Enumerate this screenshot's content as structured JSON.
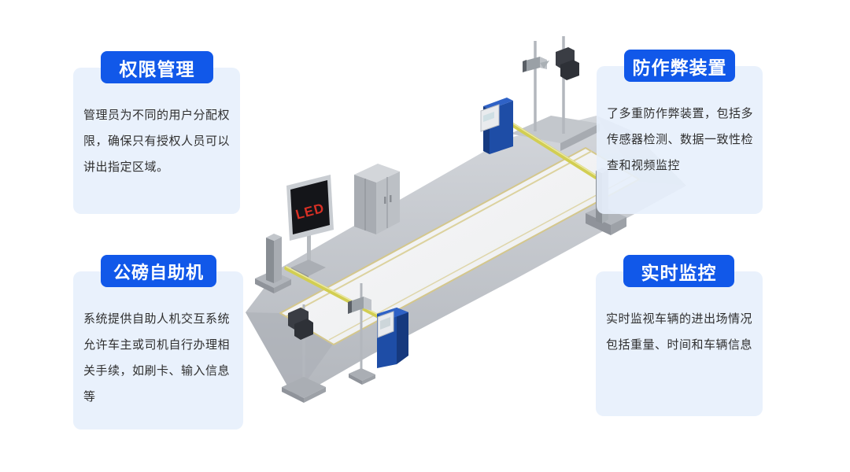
{
  "colors": {
    "accent_blue": "#1158e9",
    "card_bg": "rgba(231,239,252,0.9)",
    "machine_blue": "#1e4da6",
    "arm_yellow": "#d2ce52",
    "led_red": "#d93025",
    "text": "#2f2f2f"
  },
  "cards": {
    "top_left": {
      "title": "权限管理",
      "body": "管理员为不同的用户分配权\n限，确保只有授权人员可以\n讲出指定区域。"
    },
    "top_right": {
      "title": "防作弊装置",
      "body": "了多重防作弊装置，包括多\n传感器检测、数据一致性检\n查和视频监控"
    },
    "bottom_left": {
      "title": "公磅自助机",
      "body": "系统提供自助人机交互系统\n允许车主或司机自行办理相\n关手续，如刷卡、输入信息\n等"
    },
    "bottom_right": {
      "title": "实时监控",
      "body": "实时监视车辆的进出场情况\n包括重量、时间和车辆信息"
    }
  },
  "illustration": {
    "led_label": "LED"
  }
}
